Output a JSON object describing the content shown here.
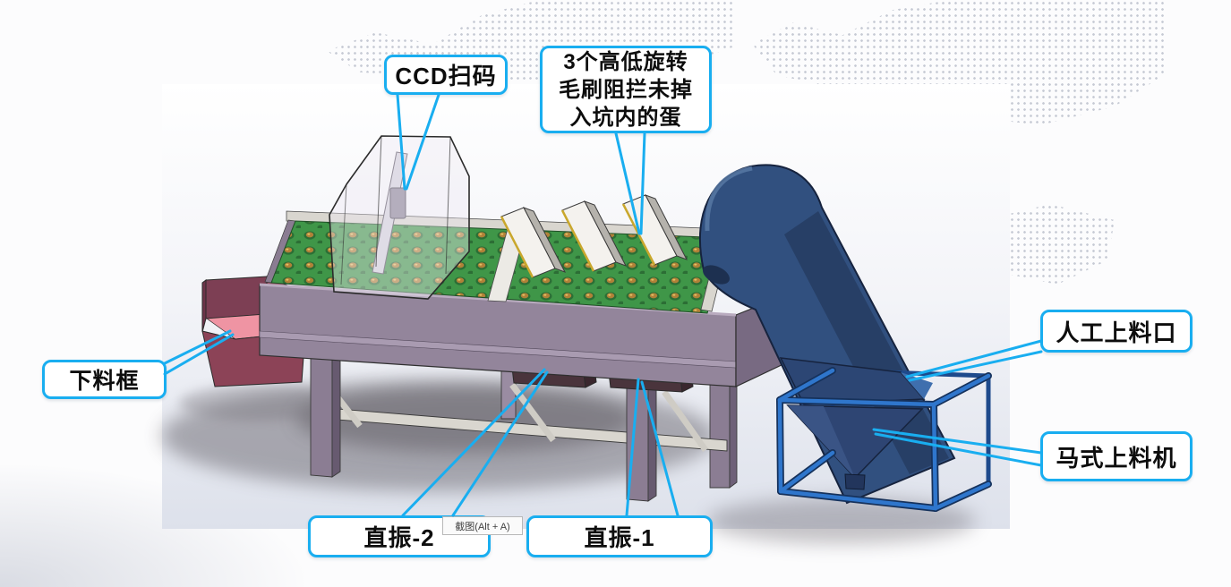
{
  "figure": {
    "kind": "annotated 3D CAD render",
    "subject": "egg feeding / CCD scanning conveyor machine"
  },
  "callouts": {
    "ccd": {
      "label": "CCD扫码"
    },
    "brushes": {
      "line1": "3个高低旋转",
      "line2": "毛刷阻拦未掉",
      "line3": "入坑内的蛋"
    },
    "manual_feed": {
      "label": "人工上料口"
    },
    "horse_feeder": {
      "label": "马式上料机"
    },
    "discharge_box": {
      "label": "下料框"
    },
    "vibrator2": {
      "label": "直振-2"
    },
    "vibrator1": {
      "label": "直振-1"
    }
  },
  "tooltip": {
    "label": "截图(Alt + A)"
  },
  "colors": {
    "callout_border": "#19aef0",
    "leader_line": "#19aef0",
    "table_mauve": "#93859b",
    "belt_green": "#3f9648",
    "elevator_navy": "#31507f",
    "hopper_frame_blue": "#2e72c6",
    "discharge_maroon": "#8c4357",
    "discharge_pink": "#ef94a3",
    "vibrator_brown": "#4a343c",
    "vibrator_top_tan": "#a8824e"
  }
}
